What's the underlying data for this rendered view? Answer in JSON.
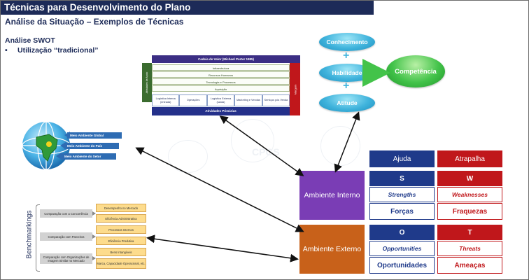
{
  "header": {
    "title": "Técnicas para Desenvolvimento do Plano",
    "subtitle": "Análise da Situação – Exemplos de Técnicas"
  },
  "swot_section": {
    "heading": "Análise SWOT",
    "bullet": "•",
    "bullet_text": "Utilização “tradicional”"
  },
  "value_chain": {
    "title": "Cadeia de Valor (Michael Porter 1985)",
    "support_label": "Atividades de Apoio",
    "margin_label": "Margem",
    "support_activities": [
      "Infraestrutura",
      "Recursos Humanos",
      "Tecnologia e Processos",
      "Aquisição"
    ],
    "primary_activities": [
      "Logística Interna (entrada)",
      "Operações",
      "Logística Externa (saída)",
      "Marketing e Vendas",
      "Serviços pós Venda"
    ],
    "primary_label": "Atividades Primárias"
  },
  "competencies": {
    "conhecimento": "Conhecimento",
    "habilidade": "Habilidade",
    "atitude": "Atitude",
    "plus": "+",
    "competencia": "Competência",
    "colors": {
      "pill": "#3fb3dc",
      "competencia": "#43c34a"
    }
  },
  "globe": {
    "labels": [
      "Meio Ambiente Global",
      "Meio Ambiente do País",
      "Meio Ambiente do Setor"
    ]
  },
  "benchmarkings": {
    "title": "Benchmarkings",
    "comparisons": [
      "Comparação com a Concorrência",
      "Comparação com Parceiros",
      "Comparação com Organizações de Imagem Similar no Mercado"
    ],
    "criteria": [
      "Desempenho no Mercado",
      "Eficiência Administrativa",
      "Processos Internos",
      "Eficiência Produtiva",
      "Bens Intangíveis",
      "Marca, Capacidade Operacional, etc."
    ]
  },
  "ambientes": {
    "interno": "Ambiente Interno",
    "externo": "Ambiente Externo",
    "colors": {
      "interno": "#7a3db5",
      "externo": "#c8611a"
    }
  },
  "swot_table": {
    "ajuda": "Ajuda",
    "atrapalha": "Atrapalha",
    "s": "S",
    "w": "W",
    "strengths": "Strengths",
    "weaknesses": "Weaknesses",
    "forcas": "Forças",
    "fraquezas": "Fraquezas",
    "o": "O",
    "t": "T",
    "opportunities": "Opportunities",
    "threats": "Threats",
    "oportunidades": "Oportunidades",
    "ameacas": "Ameaças",
    "colors": {
      "blue": "#1f3a8a",
      "red": "#c0171b"
    }
  },
  "watermark": "CPGS"
}
